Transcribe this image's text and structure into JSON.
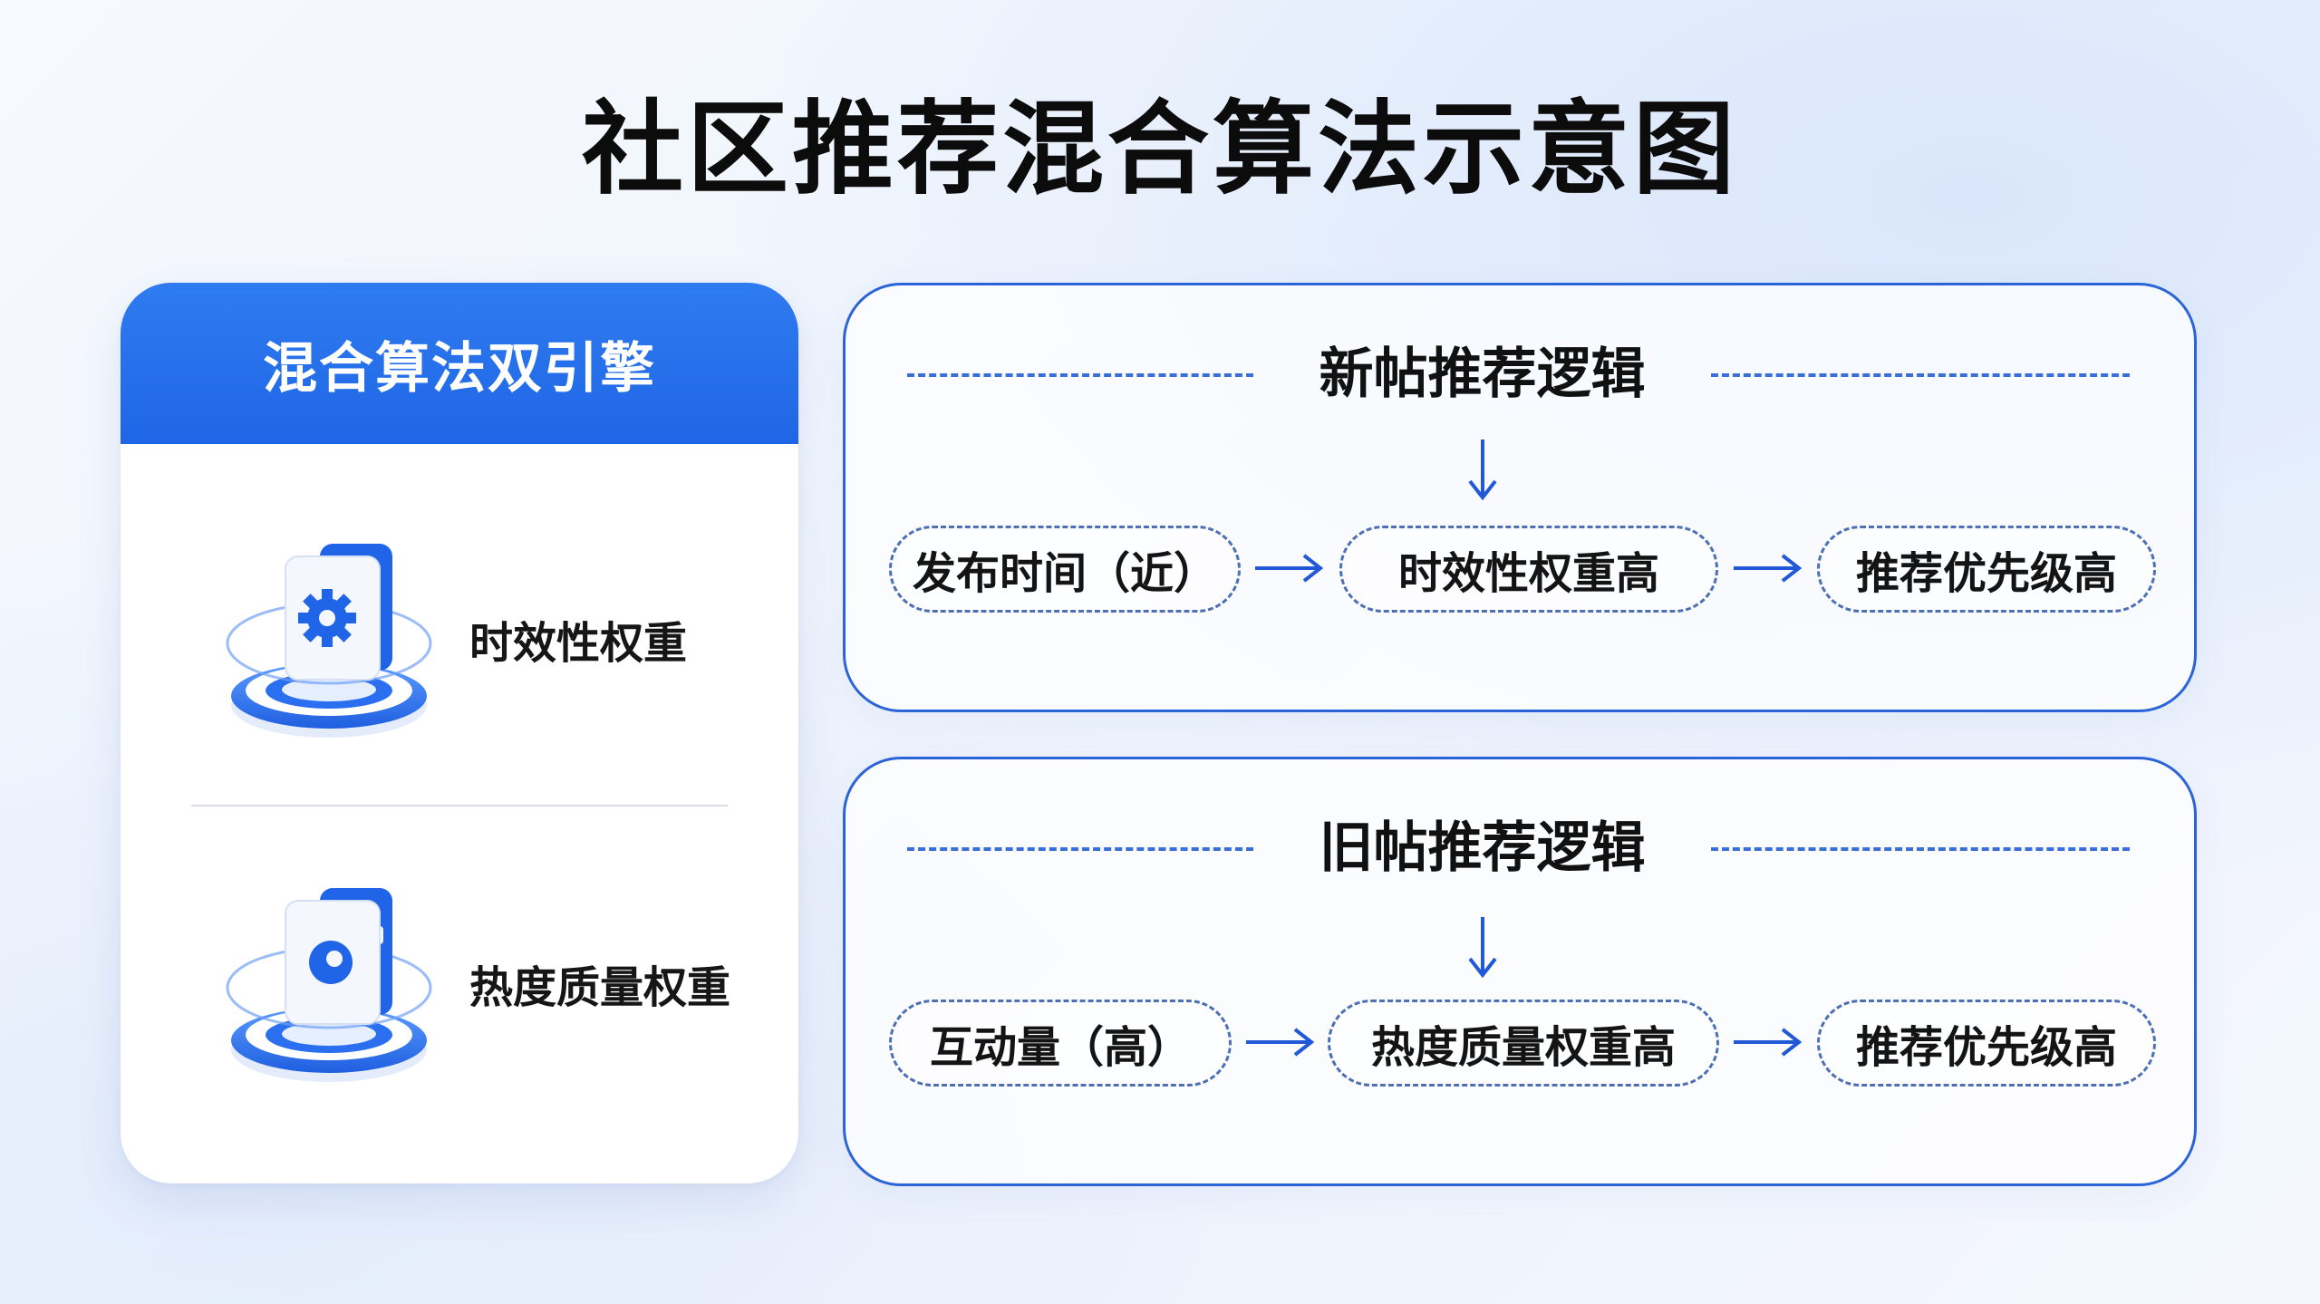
{
  "title": "社区推荐混合算法示意图",
  "colors": {
    "accent": "#1f66e6",
    "panel_border": "#2b63d9",
    "dash": "#3a6fd9",
    "node_border": "#4d6fb4"
  },
  "engine": {
    "header": "混合算法双引擎",
    "items": [
      {
        "label": "时效性权重",
        "icon": "gear-icon"
      },
      {
        "label": "热度质量权重",
        "icon": "eye-icon"
      }
    ]
  },
  "new_post": {
    "title": "新帖推荐逻辑",
    "flow": [
      "发布时间（近）",
      "时效性权重高",
      "推荐优先级高"
    ]
  },
  "old_post": {
    "title": "旧帖推荐逻辑",
    "flow": [
      "互动量（高）",
      "热度质量权重高",
      "推荐优先级高"
    ]
  }
}
